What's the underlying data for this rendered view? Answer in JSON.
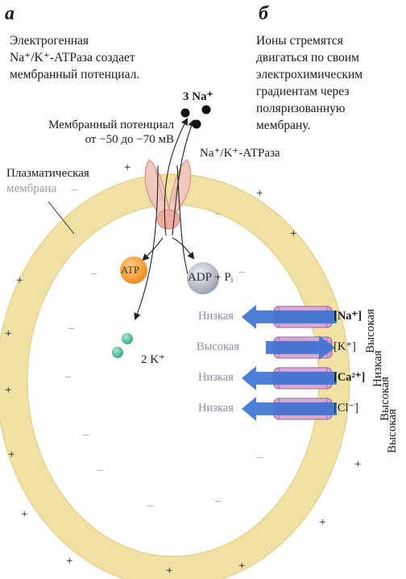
{
  "panel_a": {
    "letter": "а",
    "caption": [
      "Электрогенная",
      "Na⁺/K⁺-АТРаза создает",
      "мембранный потенциал."
    ],
    "potential_label": [
      "Мембранный потенциал",
      "от −50 до −70 мВ"
    ],
    "membrane_label": [
      "Плазматическая",
      "мембрана"
    ],
    "pump_label": "Na⁺/K⁺-АТРаза",
    "na_label": "3 Na⁺",
    "k_label": "2 K⁺",
    "atp_label": "ATP",
    "adp_label": "ADP + Pᵢ"
  },
  "panel_b": {
    "letter": "б",
    "caption": [
      "Ионы стремятся",
      "двигаться по своим",
      "электрохимическим",
      "градиентам через",
      "поляризованную",
      "мембрану."
    ],
    "channels": [
      {
        "ion": "[Na⁺]",
        "inside": "Низкая",
        "outside": "Высокая",
        "direction": "in"
      },
      {
        "ion": "[K⁺]",
        "inside": "Высокая",
        "outside": "Низкая",
        "direction": "out"
      },
      {
        "ion": "[Ca²⁺]",
        "inside": "Низкая",
        "outside": "Высокая",
        "direction": "in"
      },
      {
        "ion": "[Cl⁻]",
        "inside": "Низкая",
        "outside": "Высокая",
        "direction": "in"
      }
    ]
  },
  "charges": {
    "plus": "+",
    "minus": "−"
  },
  "colors": {
    "membrane": "#f5e6b0",
    "arrow": "#3f74d4",
    "atp": "#f0952a",
    "adp": "#b5b8c4",
    "ion_ball": "#4fb69a",
    "pump": "#f3c8bc"
  }
}
